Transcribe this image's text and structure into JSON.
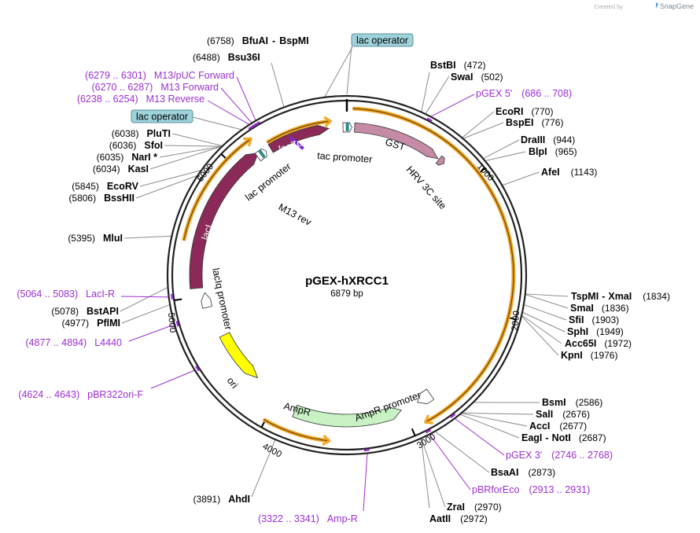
{
  "header": {
    "created_by": "Created by",
    "brand": "SnapGene"
  },
  "plasmid": {
    "name": "pGEX-hXRCC1",
    "size_label": "6879 bp"
  },
  "colors": {
    "primer": "#9b2fd1",
    "orange_arrow": "#f5a623",
    "lacZa": "#8b2a58",
    "lacI": "#8b2a58",
    "GST": "#c48aa6",
    "ampR": "#c8f2c4",
    "ori": "#ffff00",
    "lac_operator_box": "#9fd3dc"
  },
  "ticks": [
    "1000",
    "2000",
    "3000",
    "4000",
    "5000",
    "6000"
  ],
  "boxes": {
    "lac_operator_top": "lac operator",
    "lac_operator_left": "lac operator"
  },
  "features": {
    "lacZa": "lacZα",
    "GST": "GST",
    "lacI": "lacI",
    "ori": "ori",
    "AmpR": "AmpR",
    "tac_promoter": "tac promoter",
    "HRV_3C": "HRV 3C site",
    "lac_promoter": "lac promoter",
    "M13_rev": "M13 rev",
    "lacIq": "lacIq promoter",
    "AmpR_promoter": "AmpR promoter"
  },
  "enzymes_right": [
    {
      "name": "BstBI",
      "pos": "(472)"
    },
    {
      "name": "SwaI",
      "pos": "(502)"
    },
    {
      "name": "EcoRI",
      "pos": "(770)"
    },
    {
      "name": "BspEI",
      "pos": "(776)"
    },
    {
      "name": "DraIII",
      "pos": "(944)"
    },
    {
      "name": "BlpI",
      "pos": "(965)"
    },
    {
      "name": "AfeI",
      "pos": "(1143)"
    },
    {
      "name": "TspMI",
      "name2": "XmaI",
      "pos": "(1834)"
    },
    {
      "name": "SmaI",
      "pos": "(1836)"
    },
    {
      "name": "SfiI",
      "pos": "(1903)"
    },
    {
      "name": "SphI",
      "pos": "(1949)"
    },
    {
      "name": "Acc65I",
      "pos": "(1972)"
    },
    {
      "name": "KpnI",
      "pos": "(1976)"
    },
    {
      "name": "BsmI",
      "pos": "(2586)"
    },
    {
      "name": "SalI",
      "pos": "(2676)"
    },
    {
      "name": "AccI",
      "pos": "(2677)"
    },
    {
      "name": "EagI",
      "name2": "NotI",
      "pos": "(2687)"
    },
    {
      "name": "BsaAI",
      "pos": "(2873)"
    },
    {
      "name": "ZraI",
      "pos": "(2970)"
    },
    {
      "name": "AatII",
      "pos": "(2972)"
    }
  ],
  "enzymes_left": [
    {
      "pos": "(6758)",
      "name": "BfuAI",
      "name2": "BspMI"
    },
    {
      "pos": "(6488)",
      "name": "Bsu36I"
    },
    {
      "pos": "(6038)",
      "name": "PluTI"
    },
    {
      "pos": "(6036)",
      "name": "SfoI"
    },
    {
      "pos": "(6035)",
      "name": "NarI *"
    },
    {
      "pos": "(6034)",
      "name": "KasI"
    },
    {
      "pos": "(5845)",
      "name": "EcoRV"
    },
    {
      "pos": "(5806)",
      "name": "BssHII"
    },
    {
      "pos": "(5395)",
      "name": "MluI"
    },
    {
      "pos": "(5078)",
      "name": "BstAPI"
    },
    {
      "pos": "(4977)",
      "name": "PflMI"
    },
    {
      "pos": "(3891)",
      "name": "AhdI"
    }
  ],
  "primers": [
    {
      "range": "(686 .. 708)",
      "name": "pGEX 5'"
    },
    {
      "range": "(2746 .. 2768)",
      "name": "pGEX 3'"
    },
    {
      "range": "(2913 .. 2931)",
      "name": "pBRforEco"
    },
    {
      "range": "(3322 .. 3341)",
      "name": "Amp-R"
    },
    {
      "range": "(4624 .. 4643)",
      "name": "pBR322ori-F"
    },
    {
      "range": "(4877 .. 4894)",
      "name": "L4440"
    },
    {
      "range": "(5064 .. 5083)",
      "name": "LacI-R"
    },
    {
      "range": "(6238 .. 6254)",
      "name": "M13 Reverse"
    },
    {
      "range": "(6270 .. 6287)",
      "name": "M13 Forward"
    },
    {
      "range": "(6279 .. 6301)",
      "name": "M13/pUC Forward"
    }
  ]
}
